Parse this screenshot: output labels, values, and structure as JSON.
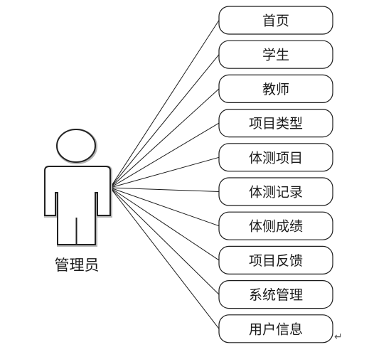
{
  "actor": {
    "label": "管理员"
  },
  "use_cases": [
    {
      "label": "首页"
    },
    {
      "label": "学生"
    },
    {
      "label": "教师"
    },
    {
      "label": "项目类型"
    },
    {
      "label": "体测项目"
    },
    {
      "label": "体测记录"
    },
    {
      "label": "体侧成绩"
    },
    {
      "label": "项目反馈"
    },
    {
      "label": "系统管理"
    },
    {
      "label": "用户信息"
    }
  ],
  "paragraph_mark": "↵"
}
